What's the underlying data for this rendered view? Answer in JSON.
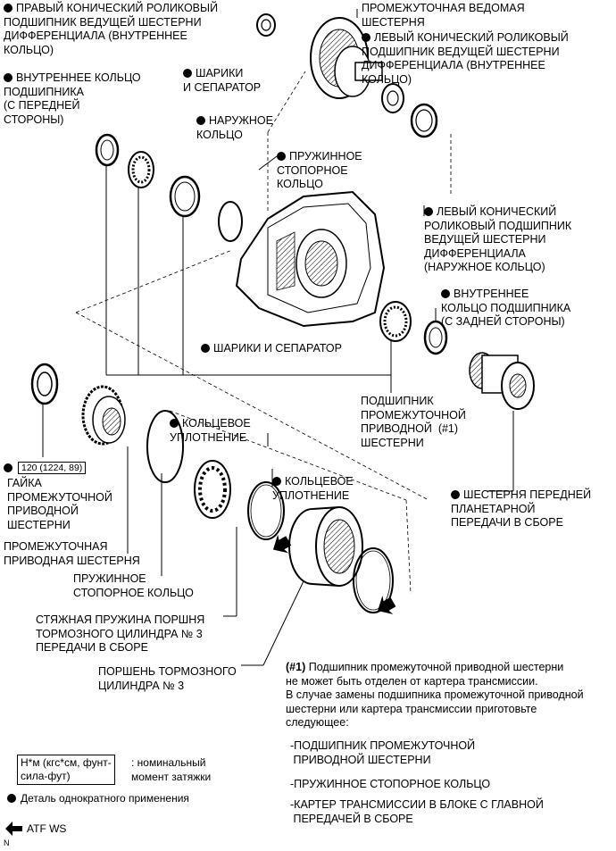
{
  "labels": {
    "right_bearing_inner": "ПРАВЫЙ КОНИЧЕСКИЙ РОЛИКОВЫЙ\nПОДШИПНИК ВЕДУЩЕЙ ШЕСТЕРНИ\nДИФФЕРЕНЦИАЛА (ВНУТРЕННЕЕ\nКОЛЬЦО)",
    "intermediate_driven_gear": "ПРОМЕЖУТОЧНАЯ ВЕДОМАЯ\nШЕСТЕРНЯ",
    "left_bearing_inner": "ЛЕВЫЙ КОНИЧЕСКИЙ РОЛИКОВЫЙ\nПОДШИПНИК ВЕДУЩЕЙ ШЕСТЕРНИ\nДИФФЕРЕНЦИАЛА (ВНУТРЕННЕЕ\nКОЛЬЦО)",
    "inner_ring_front": "ВНУТРЕННЕЕ КОЛЬЦО\nПОДШИПНИКА\n(С ПЕРЕДНЕЙ\nСТОРОНЫ)",
    "balls_cage_top": "ШАРИКИ\nИ СЕПАРАТОР",
    "outer_ring": "НАРУЖНОЕ\nКОЛЬЦО",
    "snap_ring_top": "ПРУЖИННОЕ\nСТОПОРНОЕ\nКОЛЬЦО",
    "left_bearing_outer": "ЛЕВЫЙ КОНИЧЕСКИЙ\nРОЛИКОВЫЙ ПОДШИПНИК\nВЕДУЩЕЙ ШЕСТЕРНИ\nДИФФЕРЕНЦИАЛА\n(НАРУЖНОЕ КОЛЬЦО)",
    "inner_ring_rear": "ВНУТРЕННЕЕ\nКОЛЬЦО ПОДШИПНИКА\n(С ЗАДНЕЙ СТОРОНЫ)",
    "balls_cage_mid": "ШАРИКИ И СЕПАРАТОР",
    "intermediate_bearing": "ПОДШИПНИК\nПРОМЕЖУТОЧНОЙ\nПРИВОДНОЙ  (#1)\nШЕСТЕРНИ",
    "o_ring_1": "КОЛЬЦЕВОЕ\nУПЛОТНЕНИЕ",
    "o_ring_2": "КОЛЬЦЕВОЕ\nУПЛОТНЕНИЕ",
    "nut": "ГАЙКА\nПРОМЕЖУТОЧНОЙ\nПРИВОДНОЙ\nШЕСТЕРНИ",
    "intermediate_drive_gear": "ПРОМЕЖУТОЧНАЯ\nПРИВОДНАЯ ШЕСТЕРНЯ",
    "snap_ring_low": "ПРУЖИННОЕ\nСТОПОРНОЕ КОЛЬЦО",
    "front_planetary": "ШЕСТЕРНЯ ПЕРЕДНЕЙ\nПЛАНЕТАРНОЙ\nПЕРЕДАЧИ В СБОРЕ",
    "piston_spring": "СТЯЖНАЯ ПРУЖИНА ПОРШНЯ\nТОРМОЗНОГО ЦИЛИНДРА № 3\nПЕРЕДАЧИ В СБОРЕ",
    "piston": "ПОРШЕНЬ ТОРМОЗНОГО\nЦИЛИНДРА № 3"
  },
  "torque_value": "120 (1224, 89)",
  "note": {
    "ref": "(#1)",
    "text": " Подшипник промежуточной приводной шестерни\nне может быть отделен от картера трансмиссии.\nВ случае замены подшипника промежуточной приводной\nшестерни или картера трансмиссии приготовьте\nследующее:",
    "items": [
      "-ПОДШИПНИК ПРОМЕЖУТОЧНОЙ\n ПРИВОДНОЙ ШЕСТЕРНИ",
      "-ПРУЖИННОЕ СТОПОРНОЕ КОЛЬЦО",
      "-КАРТЕР ТРАНСМИССИИ В БЛОКЕ С ГЛАВНОЙ\n ПЕРЕДАЧЕЙ В СБОРЕ"
    ]
  },
  "legend": {
    "torque_box": "Н*м (кгс*см, фунт-\nсила-фут)",
    "torque_desc": ": номинальный\nмомент затяжки",
    "single_use": "Деталь однократного применения",
    "atf": "ATF WS"
  },
  "corner_mark": "N"
}
